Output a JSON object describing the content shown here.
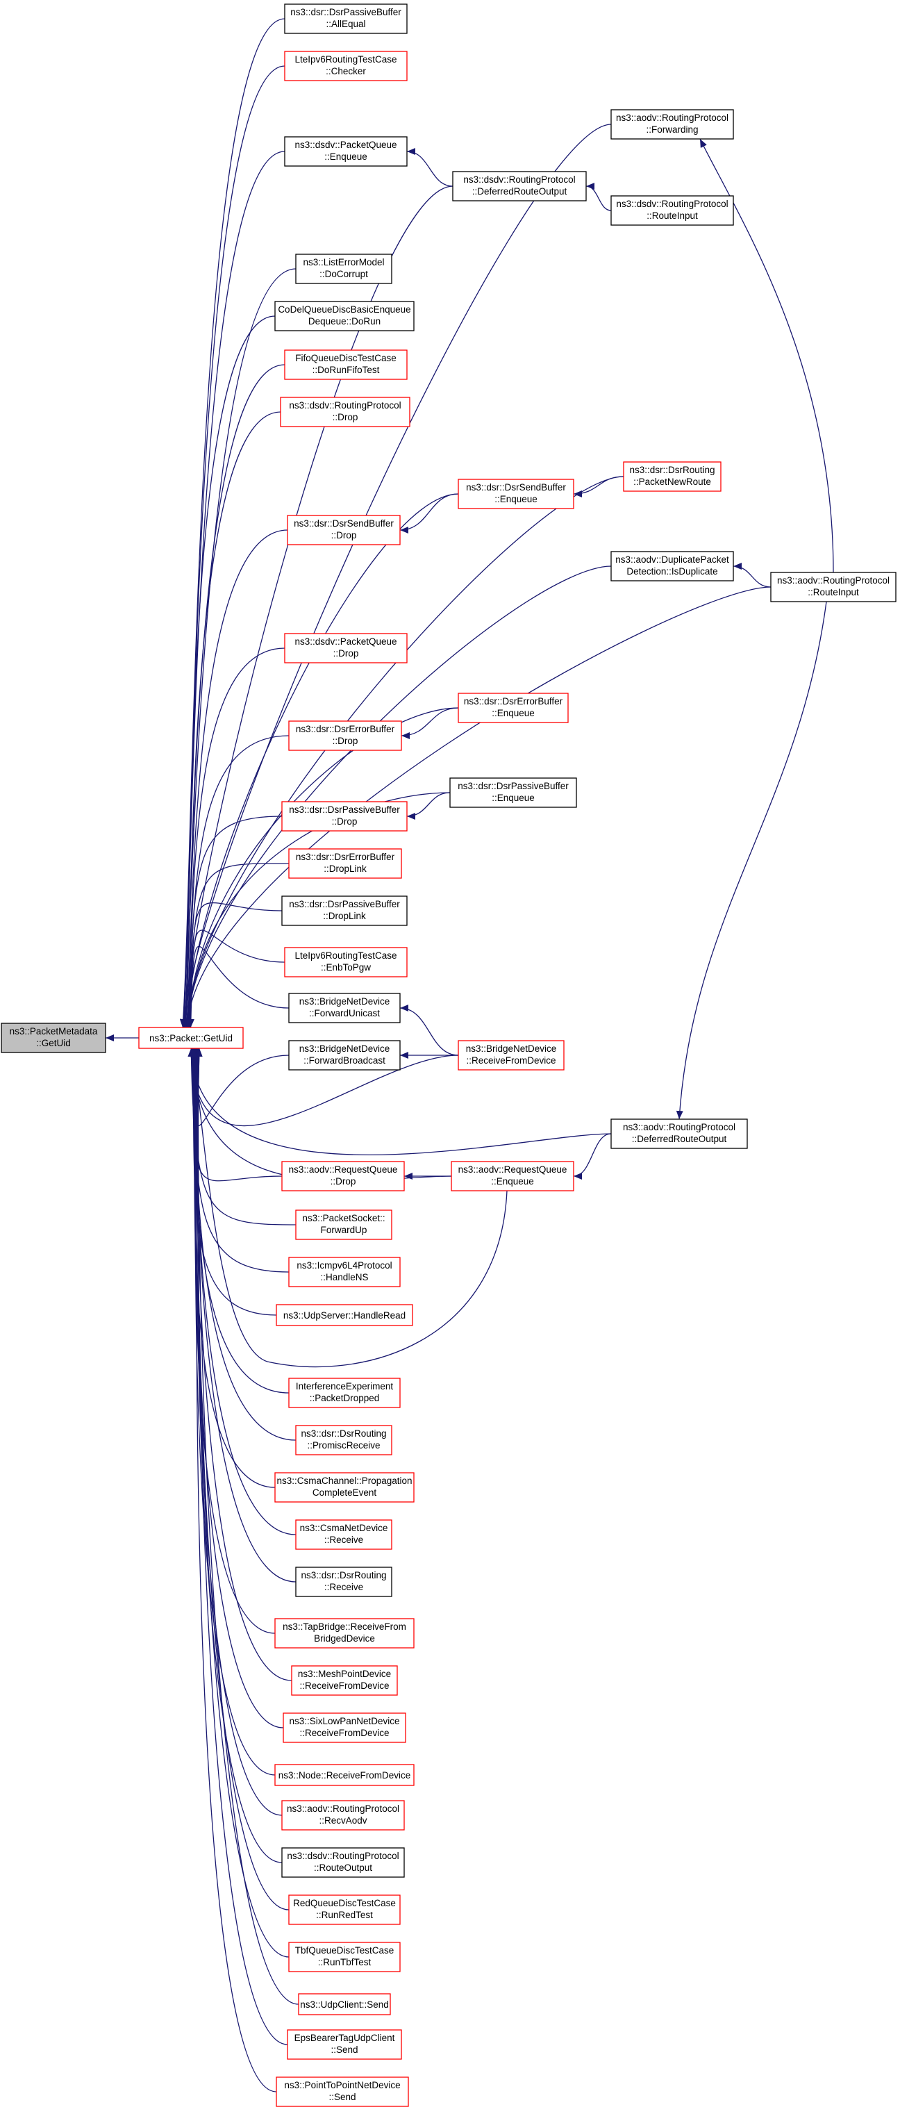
{
  "graph": {
    "nodes": [
      {
        "id": "root",
        "lines": [
          "ns3::PacketMetadata",
          "::GetUid"
        ],
        "style": "gray"
      },
      {
        "id": "getuid",
        "lines": [
          "ns3::Packet::GetUid"
        ],
        "style": "red"
      },
      {
        "id": "n_allequal",
        "lines": [
          "ns3::dsr::DsrPassiveBuffer",
          "::AllEqual"
        ],
        "style": "black"
      },
      {
        "id": "n_checker",
        "lines": [
          "LteIpv6RoutingTestCase",
          "::Checker"
        ],
        "style": "red"
      },
      {
        "id": "n_dsdvq_enq",
        "lines": [
          "ns3::dsdv::PacketQueue",
          "::Enqueue"
        ],
        "style": "black"
      },
      {
        "id": "n_dsdv_deferred",
        "lines": [
          "ns3::dsdv::RoutingProtocol",
          "::DeferredRouteOutput"
        ],
        "style": "black"
      },
      {
        "id": "n_aodv_fwd",
        "lines": [
          "ns3::aodv::RoutingProtocol",
          "::Forwarding"
        ],
        "style": "black"
      },
      {
        "id": "n_dsdv_ri",
        "lines": [
          "ns3::dsdv::RoutingProtocol",
          "::RouteInput"
        ],
        "style": "black"
      },
      {
        "id": "n_listerr",
        "lines": [
          "ns3::ListErrorModel",
          "::DoCorrupt"
        ],
        "style": "black"
      },
      {
        "id": "n_codel",
        "lines": [
          "CoDelQueueDiscBasicEnqueue",
          "Dequeue::DoRun"
        ],
        "style": "black"
      },
      {
        "id": "n_fifo",
        "lines": [
          "FifoQueueDiscTestCase",
          "::DoRunFifoTest"
        ],
        "style": "red"
      },
      {
        "id": "n_dsdv_drop",
        "lines": [
          "ns3::dsdv::RoutingProtocol",
          "::Drop"
        ],
        "style": "red"
      },
      {
        "id": "n_dsr_pnr",
        "lines": [
          "ns3::dsr::DsrRouting",
          "::PacketNewRoute"
        ],
        "style": "red"
      },
      {
        "id": "n_dsrsend_enq",
        "lines": [
          "ns3::dsr::DsrSendBuffer",
          "::Enqueue"
        ],
        "style": "red"
      },
      {
        "id": "n_dsrsend_drop",
        "lines": [
          "ns3::dsr::DsrSendBuffer",
          "::Drop"
        ],
        "style": "red"
      },
      {
        "id": "n_aodv_dup",
        "lines": [
          "ns3::aodv::DuplicatePacket",
          "Detection::IsDuplicate"
        ],
        "style": "black"
      },
      {
        "id": "n_aodv_ri",
        "lines": [
          "ns3::aodv::RoutingProtocol",
          "::RouteInput"
        ],
        "style": "black"
      },
      {
        "id": "n_dsdvq_drop",
        "lines": [
          "ns3::dsdv::PacketQueue",
          "::Drop"
        ],
        "style": "red"
      },
      {
        "id": "n_dsrerr_enq",
        "lines": [
          "ns3::dsr::DsrErrorBuffer",
          "::Enqueue"
        ],
        "style": "red"
      },
      {
        "id": "n_dsrerr_drop",
        "lines": [
          "ns3::dsr::DsrErrorBuffer",
          "::Drop"
        ],
        "style": "red"
      },
      {
        "id": "n_dsrpass_enq",
        "lines": [
          "ns3::dsr::DsrPassiveBuffer",
          "::Enqueue"
        ],
        "style": "black"
      },
      {
        "id": "n_dsrpass_drop",
        "lines": [
          "ns3::dsr::DsrPassiveBuffer",
          "::Drop"
        ],
        "style": "red"
      },
      {
        "id": "n_dsrerr_droplink",
        "lines": [
          "ns3::dsr::DsrErrorBuffer",
          "::DropLink"
        ],
        "style": "red"
      },
      {
        "id": "n_dsrpass_droplink",
        "lines": [
          "ns3::dsr::DsrPassiveBuffer",
          "::DropLink"
        ],
        "style": "black"
      },
      {
        "id": "n_enbtopgw",
        "lines": [
          "LteIpv6RoutingTestCase",
          "::EnbToPgw"
        ],
        "style": "red"
      },
      {
        "id": "n_bridge_fu",
        "lines": [
          "ns3::BridgeNetDevice",
          "::ForwardUnicast"
        ],
        "style": "black"
      },
      {
        "id": "n_bridge_fb",
        "lines": [
          "ns3::BridgeNetDevice",
          "::ForwardBroadcast"
        ],
        "style": "black"
      },
      {
        "id": "n_bridge_rfd",
        "lines": [
          "ns3::BridgeNetDevice",
          "::ReceiveFromDevice"
        ],
        "style": "red"
      },
      {
        "id": "n_aodv_deferred",
        "lines": [
          "ns3::aodv::RoutingProtocol",
          "::DeferredRouteOutput"
        ],
        "style": "black"
      },
      {
        "id": "n_aodvrq_drop",
        "lines": [
          "ns3::aodv::RequestQueue",
          "::Drop"
        ],
        "style": "red"
      },
      {
        "id": "n_aodvrq_enq",
        "lines": [
          "ns3::aodv::RequestQueue",
          "::Enqueue"
        ],
        "style": "red"
      },
      {
        "id": "n_pktsock",
        "lines": [
          "ns3::PacketSocket::",
          "ForwardUp"
        ],
        "style": "red"
      },
      {
        "id": "n_icmp",
        "lines": [
          "ns3::Icmpv6L4Protocol",
          "::HandleNS"
        ],
        "style": "red"
      },
      {
        "id": "n_udpsrv",
        "lines": [
          "ns3::UdpServer::HandleRead"
        ],
        "style": "red"
      },
      {
        "id": "n_interf",
        "lines": [
          "InterferenceExperiment",
          "::PacketDropped"
        ],
        "style": "red"
      },
      {
        "id": "n_dsr_promisc",
        "lines": [
          "ns3::dsr::DsrRouting",
          "::PromiscReceive"
        ],
        "style": "red"
      },
      {
        "id": "n_csma_prop",
        "lines": [
          "ns3::CsmaChannel::Propagation",
          "CompleteEvent"
        ],
        "style": "red"
      },
      {
        "id": "n_csma_recv",
        "lines": [
          "ns3::CsmaNetDevice",
          "::Receive"
        ],
        "style": "red"
      },
      {
        "id": "n_dsr_recv",
        "lines": [
          "ns3::dsr::DsrRouting",
          "::Receive"
        ],
        "style": "black"
      },
      {
        "id": "n_tap",
        "lines": [
          "ns3::TapBridge::ReceiveFrom",
          "BridgedDevice"
        ],
        "style": "red"
      },
      {
        "id": "n_mesh",
        "lines": [
          "ns3::MeshPointDevice",
          "::ReceiveFromDevice"
        ],
        "style": "red"
      },
      {
        "id": "n_sixlow",
        "lines": [
          "ns3::SixLowPanNetDevice",
          "::ReceiveFromDevice"
        ],
        "style": "red"
      },
      {
        "id": "n_node",
        "lines": [
          "ns3::Node::ReceiveFromDevice"
        ],
        "style": "red"
      },
      {
        "id": "n_aodv_recv",
        "lines": [
          "ns3::aodv::RoutingProtocol",
          "::RecvAodv"
        ],
        "style": "red"
      },
      {
        "id": "n_dsdv_ro",
        "lines": [
          "ns3::dsdv::RoutingProtocol",
          "::RouteOutput"
        ],
        "style": "black"
      },
      {
        "id": "n_red",
        "lines": [
          "RedQueueDiscTestCase",
          "::RunRedTest"
        ],
        "style": "red"
      },
      {
        "id": "n_tbf",
        "lines": [
          "TbfQueueDiscTestCase",
          "::RunTbfTest"
        ],
        "style": "red"
      },
      {
        "id": "n_udpcli",
        "lines": [
          "ns3::UdpClient::Send"
        ],
        "style": "red"
      },
      {
        "id": "n_eps",
        "lines": [
          "EpsBearerTagUdpClient",
          "::Send"
        ],
        "style": "red"
      },
      {
        "id": "n_p2p",
        "lines": [
          "ns3::PointToPointNetDevice",
          "::Send"
        ],
        "style": "red"
      }
    ]
  }
}
